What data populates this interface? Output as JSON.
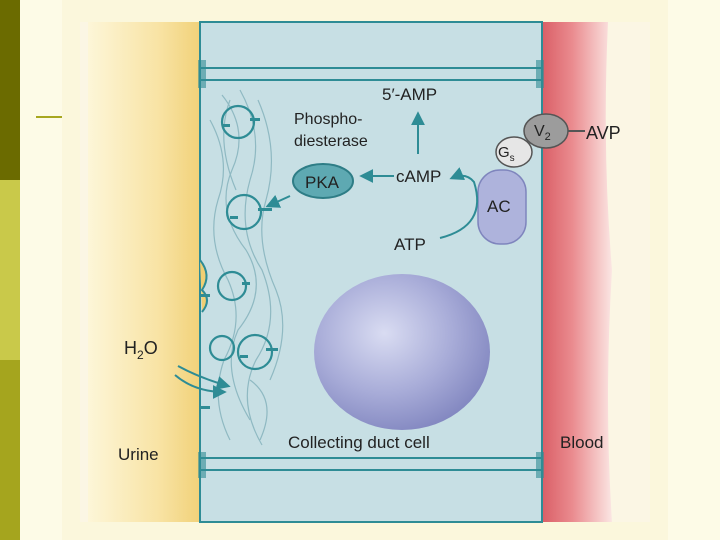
{
  "labels": {
    "amp": "5′-AMP",
    "phospho_line1": "Phospho-",
    "phospho_line2": "diesterase",
    "camp": "cAMP",
    "pka": "PKA",
    "gs_main": "G",
    "gs_sub": "s",
    "v2_main": "V",
    "v2_sub": "2",
    "avp": "AVP",
    "ac": "AC",
    "atp": "ATP",
    "h2o_h": "H",
    "h2o_sub": "2",
    "h2o_o": "O",
    "urine": "Urine",
    "cell": "Collecting duct cell",
    "blood": "Blood"
  },
  "colors": {
    "cell_fill": "#c7dfe4",
    "cell_border": "#2e8c95",
    "urine": "#f0cf73",
    "blood": "#e06f75",
    "nucleus": "#8e93c7",
    "pka_fill": "#5ea9b2",
    "ac_fill": "#aeb3dc",
    "receptor_fill": "#9c9c9c",
    "sidebar_dark": "#6b6b00",
    "sidebar_light": "#c9c94a",
    "sidebar_mid": "#a5a51e"
  }
}
